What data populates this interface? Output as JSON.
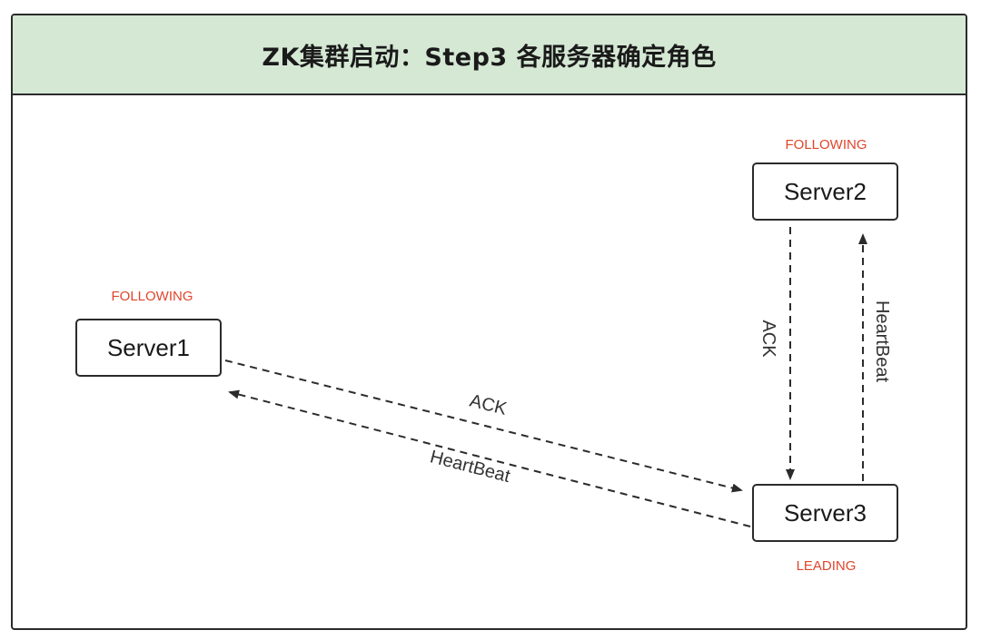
{
  "title": "ZK集群启动：Step3 各服务器确定角色",
  "servers": {
    "server1": {
      "label": "Server1",
      "state": "FOLLOWING"
    },
    "server2": {
      "label": "Server2",
      "state": "FOLLOWING"
    },
    "server3": {
      "label": "Server3",
      "state": "LEADING"
    }
  },
  "edges": {
    "s1_to_s3": "ACK",
    "s3_to_s1": "HeartBeat",
    "s2_to_s3": "ACK",
    "s3_to_s2": "HeartBeat"
  },
  "colors": {
    "header_bg": "#d5e8d4",
    "state_text": "#e0452b",
    "stroke": "#2b2b2b"
  }
}
